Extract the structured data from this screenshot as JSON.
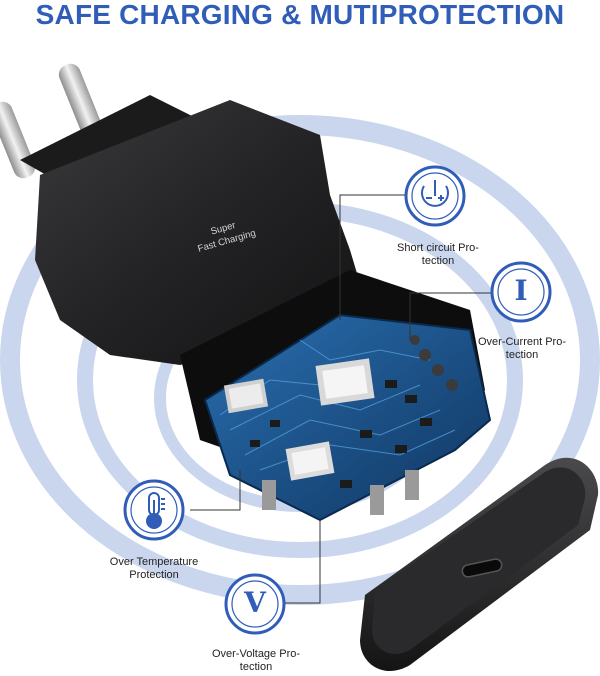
{
  "headline": "SAFE CHARGING & MUTIPROTECTION",
  "charger_text": {
    "line1": "Super",
    "line2": "Fast Charging"
  },
  "protections": [
    {
      "icon": "short-circuit-icon",
      "line1": "Short circuit Pro-",
      "line2": "tection"
    },
    {
      "icon": "current-icon",
      "glyph": "I",
      "line1": "Over-Current Pro-",
      "line2": "tection"
    },
    {
      "icon": "thermometer-icon",
      "line1": "Over Temperature",
      "line2": "Protection"
    },
    {
      "icon": "voltage-icon",
      "glyph": "V",
      "line1": "Over-Voltage Pro-",
      "line2": "tection"
    }
  ],
  "colors": {
    "accent": "#2f5db8",
    "ring": "#c9d6ee",
    "charger": "#1d1d1f",
    "pcb": "#1a4f8a"
  }
}
